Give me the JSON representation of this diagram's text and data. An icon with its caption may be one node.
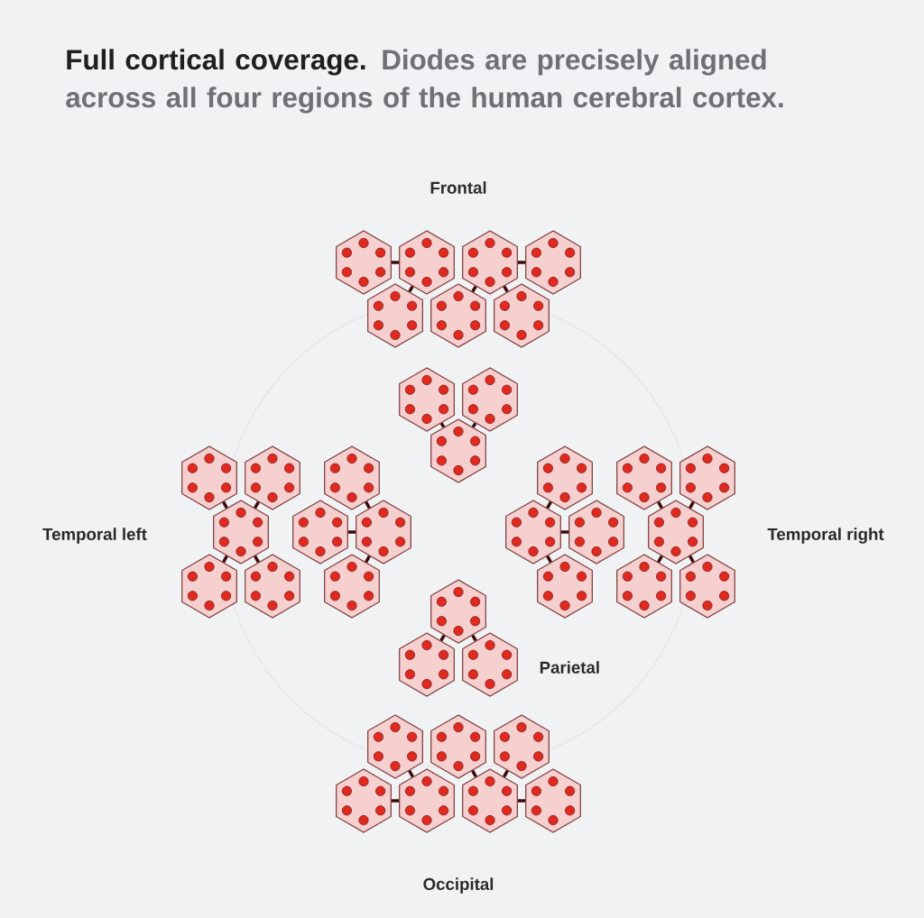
{
  "diagram": {
    "title": "**Full cortical coverage.** Diodes are precisely aligned across all four regions of the human cerebral cortex.",
    "nodes": [
      {
        "text": [],
        "shape": "hexagon"
      },
      {
        "text": [],
        "shape": "hexagon"
      },
      {
        "text": [],
        "shape": "hexagon"
      },
      {
        "text": [],
        "shape": "hexagon"
      },
      {
        "text": [],
        "shape": "hexagon"
      },
      {
        "text": [],
        "shape": "hexagon"
      },
      {
        "text": [],
        "shape": "hexagon"
      },
      {
        "text": [],
        "shape": "hexagon"
      },
      {
        "text": [],
        "shape": "hexagon"
      },
      {
        "text": [],
        "shape": "hexagon"
      },
      {
        "text": [],
        "shape": "hexagon"
      },
      {
        "text": [],
        "shape": "hexagon"
      },
      {
        "text": [],
        "shape": "hexagon"
      },
      {
        "text": [],
        "shape": "hexagon"
      },
      {
        "text": [],
        "shape": "hexagon"
      },
      {
        "text": [],
        "shape": "hexagon"
      },
      {
        "text": [],
        "shape": "hexagon"
      },
      {
        "text": [],
        "shape": "hexagon"
      },
      {
        "text": [],
        "shape": "hexagon"
      },
      {
        "text": [],
        "shape": "hexagon"
      },
      {
        "text": [],
        "shape": "hexagon"
      },
      {
        "text": [],
        "shape": "hexagon"
      },
      {
        "text": [],
        "shape": "hexagon"
      },
      {
        "text": [],
        "shape": "hexagon"
      },
      {
        "text": [],
        "shape": "hexagon"
      },
      {
        "text": [],
        "shape": "hexagon"
      },
      {
        "text": [],
        "shape": "hexagon"
      },
      {
        "text": [],
        "shape": "hexagon"
      },
      {
        "text": [],
        "shape": "hexagon"
      },
      {
        "text": [],
        "shape": "hexagon"
      },
      {
        "text": [],
        "shape": "hexagon"
      },
      {
        "text": [],
        "shape": "hexagon"
      },
      {
        "text": [],
        "shape": "hexagon"
      },
      {
        "text": [],
        "shape": "hexagon"
      },
      {
        "text": [],
        "shape": "hexagon"
      },
      {
        "text": [],
        "shape": "hexagon"
      },
      {
        "text": [],
        "shape": "hexagon"
      },
      {
        "text": [],
        "shape": "hexagon"
      }
    ],
    "edges": [
      {
        "from": 0,
        "to": 1,
        "arrow": "none"
      },
      {
        "from": 2,
        "to": 3,
        "arrow": "none"
      },
      {
        "from": 1,
        "to": 4,
        "arrow": "none"
      },
      {
        "from": 2,
        "to": 5,
        "arrow": "none"
      },
      {
        "from": 2,
        "to": 6,
        "arrow": "none"
      },
      {
        "from": 7,
        "to": 9,
        "arrow": "none"
      },
      {
        "from": 8,
        "to": 9,
        "arrow": "none"
      },
      {
        "from": 10,
        "to": 12,
        "arrow": "none"
      },
      {
        "from": 11,
        "to": 12,
        "arrow": "none"
      },
      {
        "from": 12,
        "to": 13,
        "arrow": "none"
      },
      {
        "from": 12,
        "to": 14,
        "arrow": "none"
      },
      {
        "from": 15,
        "to": 17,
        "arrow": "none"
      },
      {
        "from": 16,
        "to": 17,
        "arrow": "none"
      },
      {
        "from": 17,
        "to": 18,
        "arrow": "none"
      },
      {
        "from": 19,
        "to": 20,
        "arrow": "none"
      },
      {
        "from": 20,
        "to": 21,
        "arrow": "none"
      },
      {
        "from": 20,
        "to": 22,
        "arrow": "none"
      },
      {
        "from": 23,
        "to": 25,
        "arrow": "none"
      },
      {
        "from": 24,
        "to": 25,
        "arrow": "none"
      },
      {
        "from": 25,
        "to": 26,
        "arrow": "none"
      },
      {
        "from": 25,
        "to": 27,
        "arrow": "none"
      },
      {
        "from": 28,
        "to": 29,
        "arrow": "none"
      },
      {
        "from": 28,
        "to": 30,
        "arrow": "none"
      },
      {
        "from": 34,
        "to": 35,
        "arrow": "none"
      },
      {
        "from": 36,
        "to": 37,
        "arrow": "none"
      },
      {
        "from": 31,
        "to": 35,
        "arrow": "none"
      },
      {
        "from": 32,
        "to": 36,
        "arrow": "none"
      },
      {
        "from": 33,
        "to": 36,
        "arrow": "none"
      }
    ],
    "labels": [
      "Frontal",
      "Temporal left",
      "Temporal right",
      "Parietal",
      "Occipital"
    ]
  }
}
